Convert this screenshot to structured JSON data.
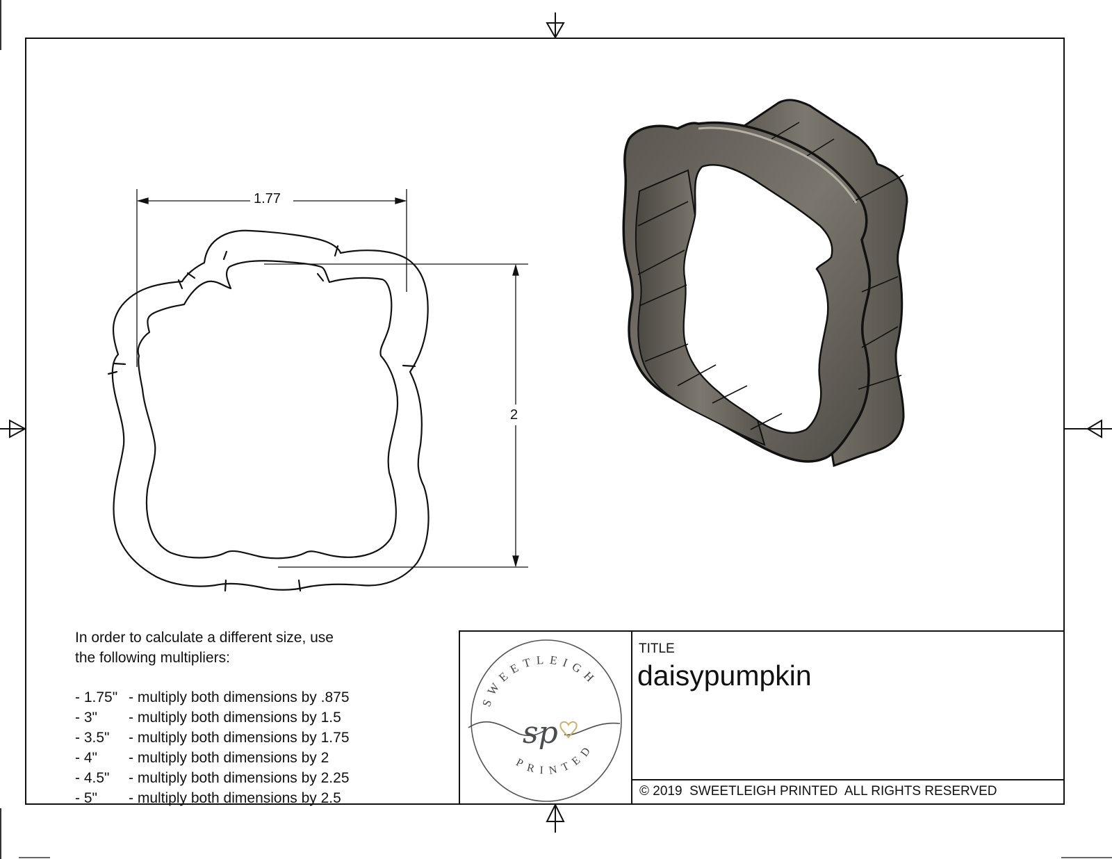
{
  "drawing": {
    "dimensions": {
      "width": "1.77",
      "height": "2"
    },
    "views": {
      "front_view": "cookie-cutter-outline-2d",
      "iso_view": "cookie-cutter-3d-render"
    },
    "colors": {
      "line": "#111111",
      "cutter_body": "#6e6a62",
      "cutter_dark": "#3f3c37",
      "cutter_highlight": "#a6a298",
      "logo_gray": "#4a4d50",
      "logo_gold": "#c9b26a"
    }
  },
  "notes": {
    "intro_line1": "In order to calculate a different size, use",
    "intro_line2": "the following multipliers:",
    "multipliers": [
      {
        "size": "- 1.75\"",
        "text": "- multiply both dimensions by .875"
      },
      {
        "size": "- 3\"",
        "text": "- multiply both dimensions by 1.5"
      },
      {
        "size": "- 3.5\"",
        "text": "- multiply both dimensions by 1.75"
      },
      {
        "size": "- 4\"",
        "text": "- multiply both dimensions by 2"
      },
      {
        "size": "- 4.5\"",
        "text": "- multiply both dimensions by 2.25"
      },
      {
        "size": "- 5\"",
        "text": "- multiply both dimensions by 2.5"
      }
    ]
  },
  "title_block": {
    "logo": {
      "top_text": "SWEETLEIGH",
      "bottom_text": "PRINTED",
      "monogram": "sp"
    },
    "title_label": "TITLE",
    "title_value": "daisypumpkin",
    "copyright": "© 2019  SWEETLEIGH PRINTED  ALL RIGHTS RESERVED"
  }
}
